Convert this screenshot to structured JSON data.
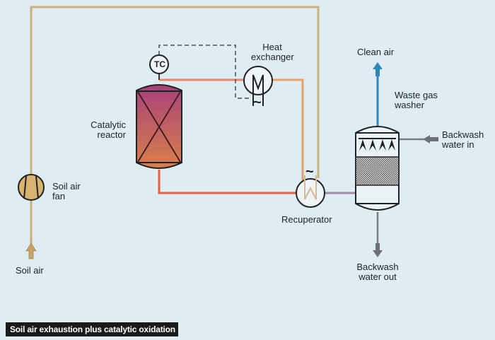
{
  "diagram": {
    "title": "Soil air exhaustion plus catalytic oxidation",
    "labels": {
      "soil_air": "Soil air",
      "soil_air_fan": "Soil air\nfan",
      "catalytic_reactor": "Catalytic\nreactor",
      "tc": "TC",
      "heat_exchanger": "Heat\nexchanger",
      "recuperator": "Recuperator",
      "clean_air": "Clean air",
      "waste_gas_washer": "Waste gas\nwasher",
      "backwash_in": "Backwash\nwater in",
      "backwash_out": "Backwash\nwater out",
      "tilde": "~"
    },
    "colors": {
      "background": "#deedf3",
      "soil_air_line": "#c9b07e",
      "hot_line": "#e0604a",
      "warm_line": "#e2a36c",
      "clean_air_line": "#2f86b8",
      "water_line": "#7a7a7a",
      "recuperator_out_line": "#a08aa6",
      "reactor_top": "#a8407a",
      "reactor_bottom": "#d9804a",
      "fan_fill": "#d8b46e"
    }
  }
}
